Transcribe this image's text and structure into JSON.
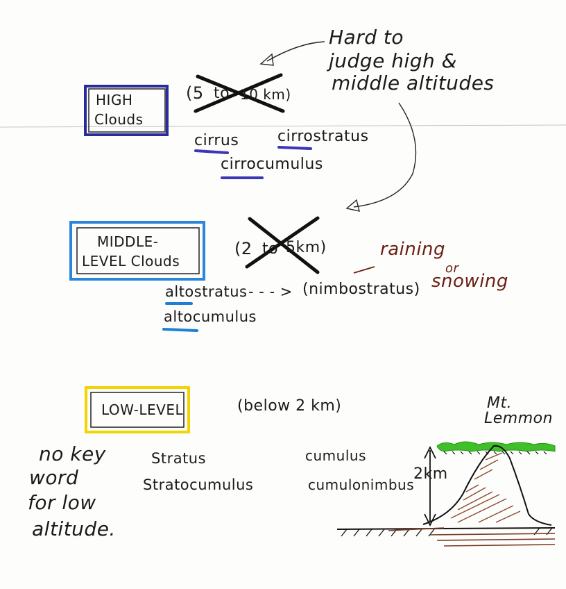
{
  "annotation_top": {
    "line1": "Hard to",
    "line2": "judge high &",
    "line3": "middle altitudes"
  },
  "high": {
    "box_line1": "HIGH",
    "box_line2": "Clouds",
    "range_left": "(5",
    "range_mid": "to",
    "range_right": "10 km)",
    "clouds": [
      "cirrus",
      "cirrostratus",
      "cirrocumulus"
    ],
    "underline_color": "#3b36b8",
    "box_color": "#2b2a9e"
  },
  "middle": {
    "box_line1": "MIDDLE-",
    "box_line2": "LEVEL Clouds",
    "range_left": "(2",
    "range_mid": "to",
    "range_right": "5km)",
    "altostratus": "altostratus",
    "arrow": "- - - >",
    "nimbostratus": "(nimbostratus)",
    "altocumulus": "altocumulus",
    "raining": "raining",
    "or": "or",
    "snowing": "snowing",
    "underline_color": "#1f7fd6",
    "box_color": "#2a86d8"
  },
  "low": {
    "box_label": "LOW-LEVEL",
    "range": "(below 2 km)",
    "stratus": "Stratus",
    "stratocumulus": "Stratocumulus",
    "cumulus": "cumulus",
    "cumulonimbus": "cumulonimbus",
    "box_color": "#f2d400"
  },
  "note": {
    "line1": "no key",
    "line2": "word",
    "line3": "for low",
    "line4": "altitude."
  },
  "mountain": {
    "name_line1": "Mt.",
    "name_line2": "Lemmon",
    "height": "2km",
    "trees_color": "#3fbf2a",
    "ground_color": "#7a3b22"
  }
}
